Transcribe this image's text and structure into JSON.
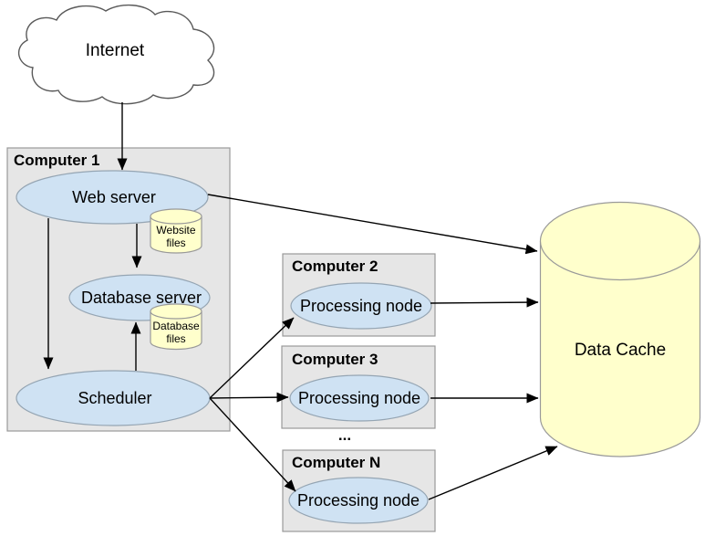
{
  "internet": {
    "label": "Internet"
  },
  "computer1": {
    "title": "Computer 1",
    "web_server_label": "Web server",
    "website_files": {
      "line1": "Website",
      "line2": "files"
    },
    "database_server_label": "Database server",
    "database_files": {
      "line1": "Database",
      "line2": "files"
    },
    "scheduler_label": "Scheduler"
  },
  "computer2": {
    "title": "Computer 2",
    "node_label": "Processing node"
  },
  "computer3": {
    "title": "Computer 3",
    "node_label": "Processing node"
  },
  "ellipsis": "...",
  "computer_n": {
    "title": "Computer N",
    "node_label": "Processing node"
  },
  "data_cache": {
    "label": "Data Cache"
  },
  "colors": {
    "node_fill": "#cfe2f3",
    "storage_fill": "#ffffcc",
    "box_fill": "#e6e6e6",
    "shape_stroke": "#999999",
    "cloud_stroke": "#595959",
    "arrow": "#000000"
  }
}
